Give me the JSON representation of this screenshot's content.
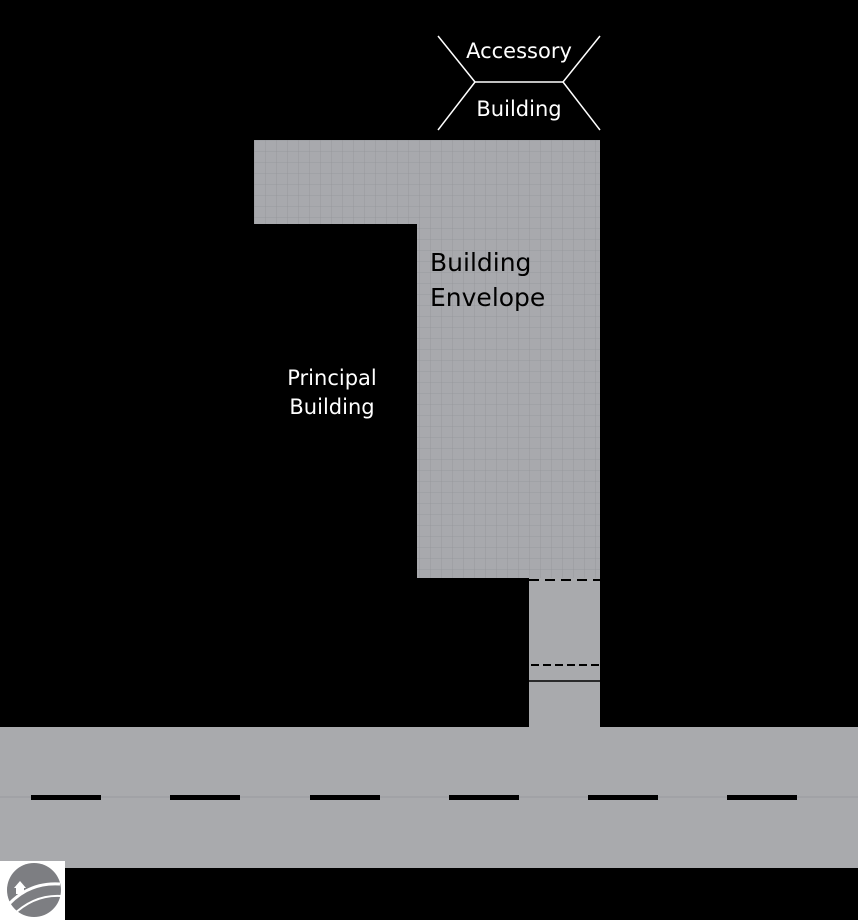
{
  "labels": {
    "accessory_line1": "Accessory",
    "accessory_line2": "Building",
    "envelope_line1": "Building",
    "envelope_line2": "Envelope",
    "principal_line1": "Principal",
    "principal_line2": "Building"
  },
  "icons": {
    "logo": "house-on-hill-logo"
  },
  "colors": {
    "background": "#000000",
    "envelope_fill": "#a8a9ad",
    "envelope_grid": "#97989c",
    "road_fill": "#a9aaad",
    "driveway_fill": "#a9aaad",
    "road_center_dash": "#000000",
    "label_light": "#ffffff",
    "label_dark": "#000000",
    "logo_bg": "#ffffff",
    "logo_fg": "#7d7e82"
  }
}
